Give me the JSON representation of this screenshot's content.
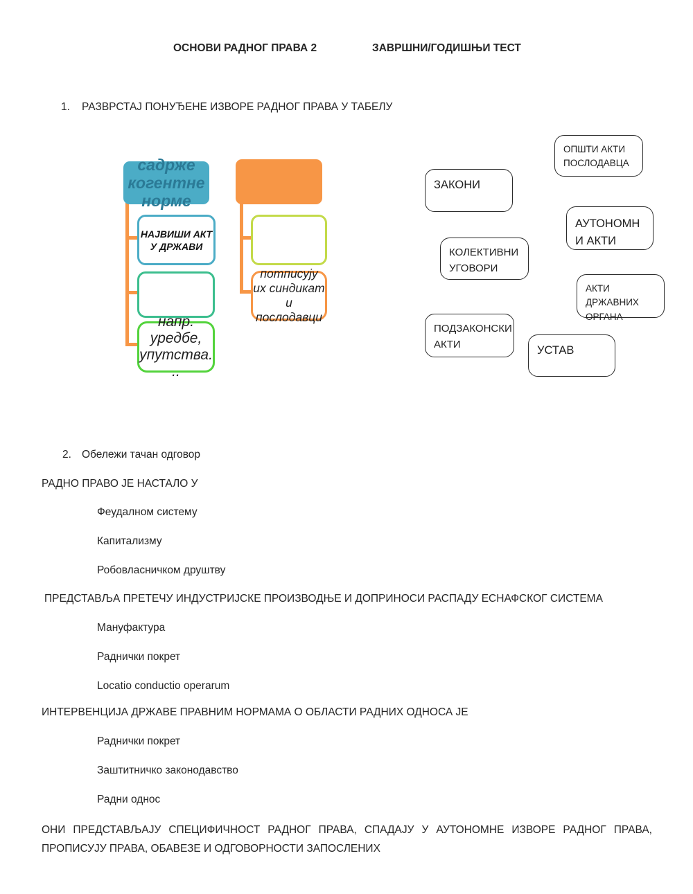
{
  "header": {
    "course_title": "ОСНОВИ РАДНОГ ПРАВА 2",
    "test_title": "ЗАВРШНИ/ГОДИШЊИ ТЕСТ"
  },
  "question1": {
    "number": "1.",
    "prompt": "РАЗВРСТАЈ ПОНУЂЕНЕ ИЗВОРЕ РАДНОГ ПРАВА У ТАБЕЛУ",
    "diagram": {
      "teal_root_label": "садрже когентне норме",
      "highest_act_label": "НАЈВИШИ АКТ У ДРЖАВИ",
      "example_label": "напр. уредбе, упутства. ..",
      "signed_by_label": "потписују их синдикат и послодавци"
    },
    "drag_labels": [
      "ОПШТИ АКТИ ПОСЛОДАВЦА",
      "ЗАКОНИ",
      "АУТОНОМНИ АКТИ",
      "КОЛЕКТИВНИ УГОВОРИ",
      "АКТИ ДРЖАВНИХ ОРГАНА",
      "ПОДЗАКОНСКИ АКТИ",
      "УСТАВ"
    ]
  },
  "question2": {
    "number": "2.",
    "prompt": "Обележи тачан одговор",
    "items": [
      {
        "question": "РАДНО ПРАВО ЈЕ НАСТАЛО У",
        "options": [
          "Феудалном систему",
          "Капитализму",
          "Робовласничком друштву"
        ]
      },
      {
        "question": "ПРЕДСТАВЉА ПРЕТЕЧУ ИНДУСТРИЈСКЕ ПРОИЗВОДЊЕ И ДОПРИНОСИ РАСПАДУ ЕСНАФСКОГ СИСТЕМА",
        "options": [
          "Мануфактура",
          "Раднички покрет",
          "Locatio conductio operarum"
        ]
      },
      {
        "question": "ИНТЕРВЕНЦИЈА ДРЖАВЕ ПРАВНИМ НОРМАМА О ОБЛАСТИ РАДНИХ ОДНОСА ЈЕ",
        "options": [
          "Раднички покрет",
          "Заштитничко законодавство",
          "Радни однос"
        ]
      }
    ],
    "statement_line1": "ОНИ ПРЕДСТАВЉАЈУ СПЕЦИФИЧНОСТ РАДНОГ ПРАВА, СПАДАЈУ У АУТОНОМНЕ ИЗВОРЕ РАДНОГ ПРАВА,",
    "statement_line2": "ПРОПИСУЈУ ПРАВА, ОБАВЕЗЕ И ОДГОВОРНОСТИ ЗАПОСЛЕНИХ"
  },
  "colors": {
    "teal_fill": "#4BACC6",
    "teal_text": "#2b7a96",
    "orange": "#F79646",
    "emerald_border": "#3CBE8E",
    "green_border": "#53D33C",
    "yellow_green_border": "#C3DA49",
    "label_border": "#2b2b2b",
    "body_text": "#262626"
  }
}
